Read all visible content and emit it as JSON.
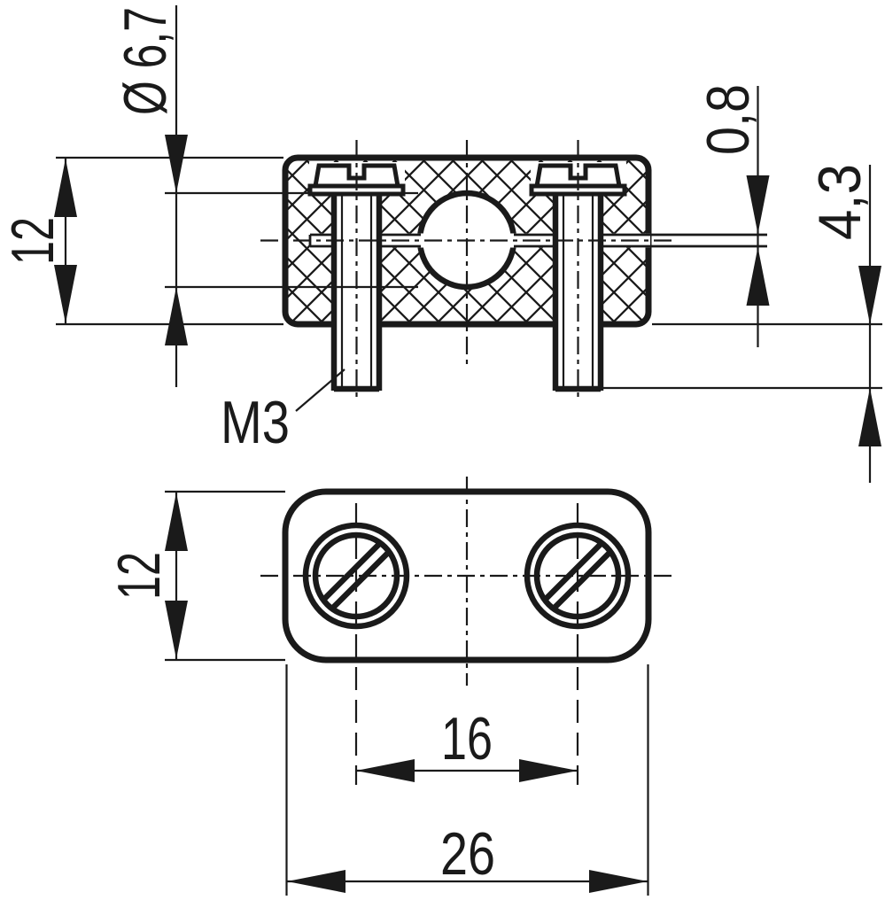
{
  "drawing": {
    "labels": {
      "hole_diameter": "Ø 6,7",
      "front_height": "12",
      "slot_width": "0,8",
      "screw_protrusion": "4,3",
      "thread_size": "M3",
      "top_height": "12",
      "hole_spacing": "16",
      "overall_width": "26"
    },
    "colors": {
      "ink": "#1a1a1a",
      "background": "#ffffff"
    }
  }
}
